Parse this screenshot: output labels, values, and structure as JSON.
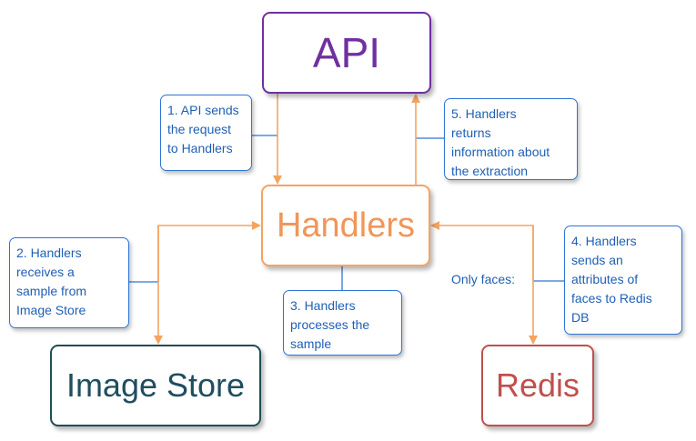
{
  "nodes": {
    "api": "API",
    "handlers": "Handlers",
    "image_store": "Image Store",
    "redis": "Redis"
  },
  "callouts": {
    "step1": [
      "1. API sends",
      "the request",
      "to Handlers"
    ],
    "step2": [
      "2. Handlers",
      "receives a",
      "sample from",
      "Image Store"
    ],
    "step3": [
      "3. Handlers",
      "processes the",
      "sample"
    ],
    "step4": [
      "4. Handlers",
      "sends an",
      "attributes of",
      "faces to Redis",
      "DB"
    ],
    "step5": [
      "5. Handlers",
      "returns",
      "information about",
      "the extraction"
    ]
  },
  "edge_labels": {
    "only_faces": "Only faces:"
  },
  "colors": {
    "api": "#7030a0",
    "handlers": "#f4a460",
    "image_store": "#1f4e5f",
    "redis": "#c0504d",
    "callout": "#2e75d6",
    "arrow": "#f4a460"
  }
}
